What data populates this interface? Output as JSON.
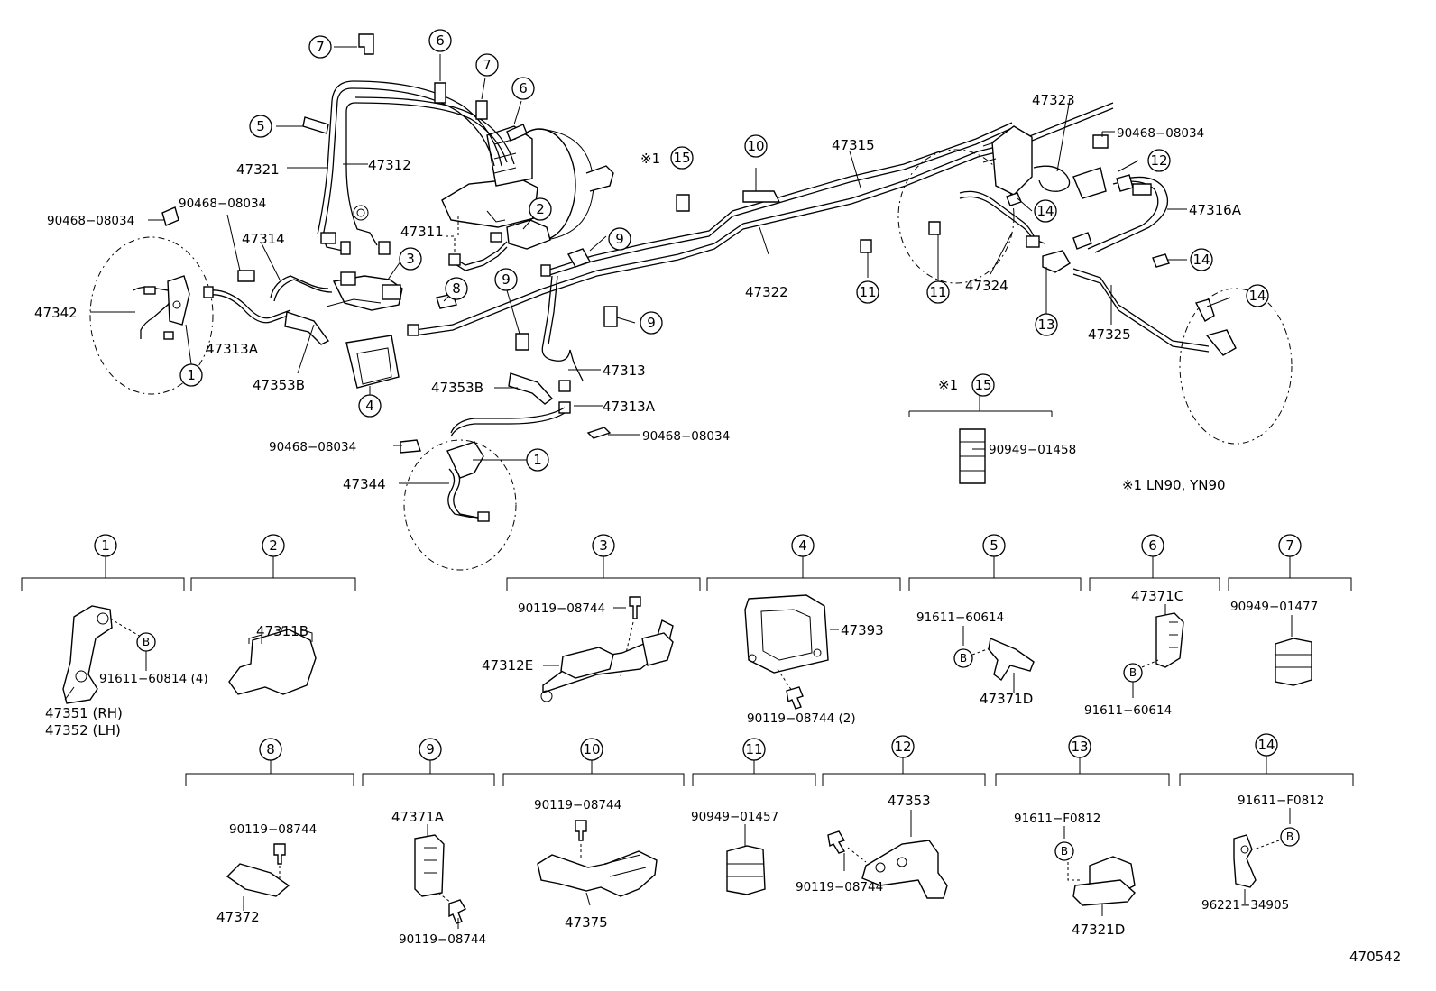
{
  "diagram": {
    "main_labels": {
      "p47342": "47342",
      "p90468_a": "90468−08034",
      "p90468_b": "90468−08034",
      "p47321": "47321",
      "p47312": "47312",
      "p47314": "47314",
      "p47313A_a": "47313A",
      "p47353B_a": "47353B",
      "p47311": "47311",
      "p47315": "47315",
      "p47322": "47322",
      "p47313": "47313",
      "p47353B_b": "47353B",
      "p47313A_b": "47313A",
      "p90468_c": "90468−08034",
      "p90468_d": "90468−08034",
      "p47344": "47344",
      "p47323": "47323",
      "p90468_e": "90468−08034",
      "p47316A": "47316A",
      "p47324": "47324",
      "p47325": "47325",
      "p90949_01458": "90949−01458",
      "note_star_a": "※1",
      "note_star_b": "※1",
      "note_models": "※1 LN90, YN90"
    },
    "callouts": [
      "1",
      "2",
      "3",
      "4",
      "5",
      "6",
      "7",
      "8",
      "9",
      "10",
      "11",
      "12",
      "13",
      "14",
      "15"
    ],
    "bolt_marker": "B",
    "details": {
      "d1": {
        "num": "1",
        "bolt": "91611−60814 (4)",
        "rh": "47351 (RH)",
        "lh": "47352 (LH)"
      },
      "d2": {
        "num": "2",
        "part": "47311B"
      },
      "d3": {
        "num": "3",
        "bolt": "90119−08744",
        "part": "47312E"
      },
      "d4": {
        "num": "4",
        "part": "47393",
        "bolt": "90119−08744 (2)"
      },
      "d5": {
        "num": "5",
        "bolt": "91611−60614",
        "part": "47371D"
      },
      "d6": {
        "num": "6",
        "part": "47371C",
        "bolt": "91611−60614"
      },
      "d7": {
        "num": "7",
        "part": "90949−01477"
      },
      "d8": {
        "num": "8",
        "bolt": "90119−08744",
        "part": "47372"
      },
      "d9": {
        "num": "9",
        "part": "47371A",
        "bolt": "90119−08744"
      },
      "d10": {
        "num": "10",
        "bolt": "90119−08744",
        "part": "47375"
      },
      "d11": {
        "num": "11",
        "part": "90949−01457"
      },
      "d12": {
        "num": "12",
        "part": "47353",
        "bolt": "90119−08744"
      },
      "d13": {
        "num": "13",
        "bolt": "91611−F0812",
        "part": "47321D"
      },
      "d14": {
        "num": "14",
        "bolt": "91611−F0812",
        "part": "96221−34905"
      }
    },
    "figure_code": "470542"
  }
}
